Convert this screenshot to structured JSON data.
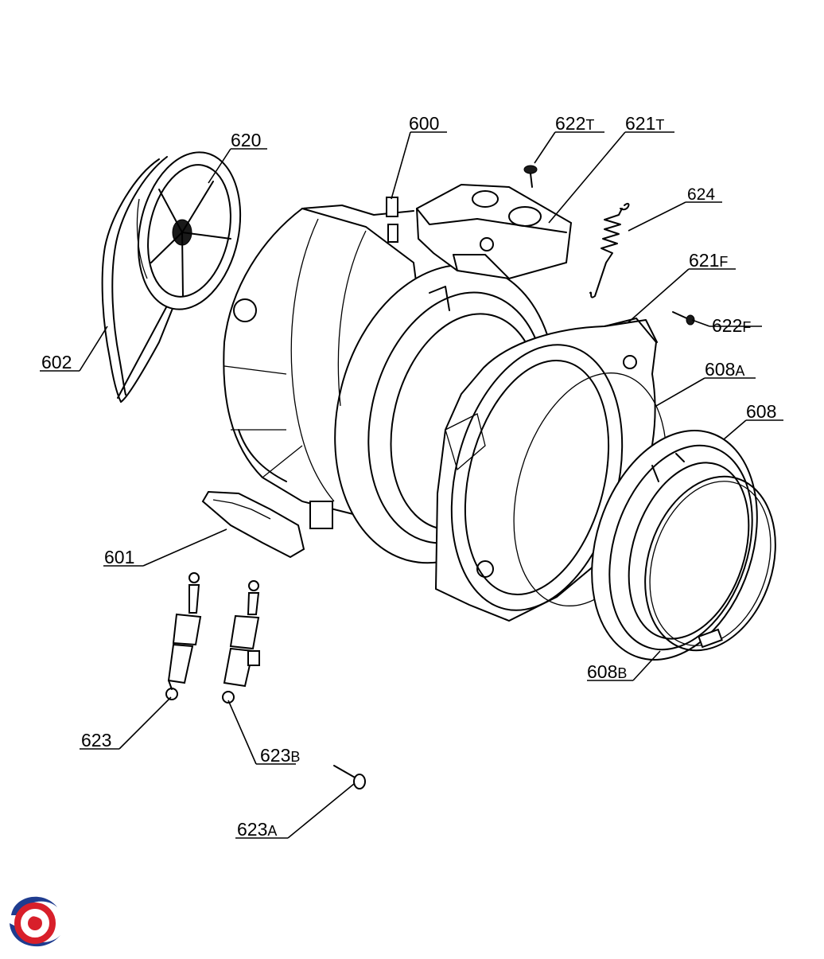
{
  "colors": {
    "line": "#000000",
    "background": "#ffffff",
    "logo_blue": "#1f3c8f",
    "logo_red": "#d81f2a"
  },
  "callouts": {
    "c600": {
      "num": "600",
      "suffix": ""
    },
    "c620": {
      "num": "620",
      "suffix": ""
    },
    "c622T": {
      "num": "622",
      "suffix": "T"
    },
    "c621T": {
      "num": "621",
      "suffix": "T"
    },
    "c624": {
      "num": "624",
      "suffix": ""
    },
    "c621F": {
      "num": "621",
      "suffix": "F"
    },
    "c622F": {
      "num": "622",
      "suffix": "F"
    },
    "c602": {
      "num": "602",
      "suffix": ""
    },
    "c608A": {
      "num": "608",
      "suffix": "A"
    },
    "c608": {
      "num": "608",
      "suffix": ""
    },
    "c601": {
      "num": "601",
      "suffix": ""
    },
    "c608B": {
      "num": "608",
      "suffix": "B"
    },
    "c623": {
      "num": "623",
      "suffix": ""
    },
    "c623B": {
      "num": "623",
      "suffix": "B"
    },
    "c623A": {
      "num": "623",
      "suffix": "A"
    }
  },
  "logo": {
    "icon": "brand-swirl-logo"
  }
}
